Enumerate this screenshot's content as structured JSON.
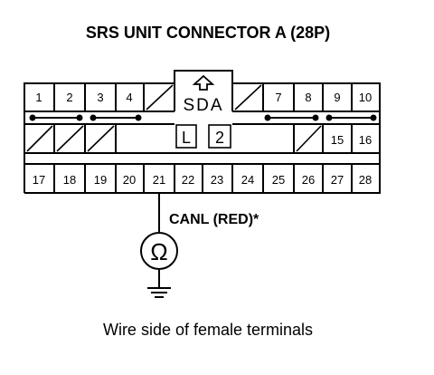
{
  "title": "SRS UNIT CONNECTOR A (28P)",
  "connector": {
    "top_row_left": [
      "1",
      "2",
      "3",
      "4"
    ],
    "top_row_right": [
      "7",
      "8",
      "9",
      "10"
    ],
    "middle_row_right": [
      "15",
      "16"
    ],
    "bottom_row": [
      "17",
      "18",
      "19",
      "20",
      "21",
      "22",
      "23",
      "24",
      "25",
      "26",
      "27",
      "28"
    ],
    "center_label": "SDA",
    "center_boxes": [
      "L",
      "2"
    ],
    "lock_icon": "arrow-up-outline"
  },
  "probe": {
    "terminal": "21",
    "wire_label": "CANL (RED)*",
    "meter_symbol": "Ω",
    "meter_icon": "ohmmeter",
    "ground_icon": "ground-symbol"
  },
  "caption": "Wire side of female terminals"
}
